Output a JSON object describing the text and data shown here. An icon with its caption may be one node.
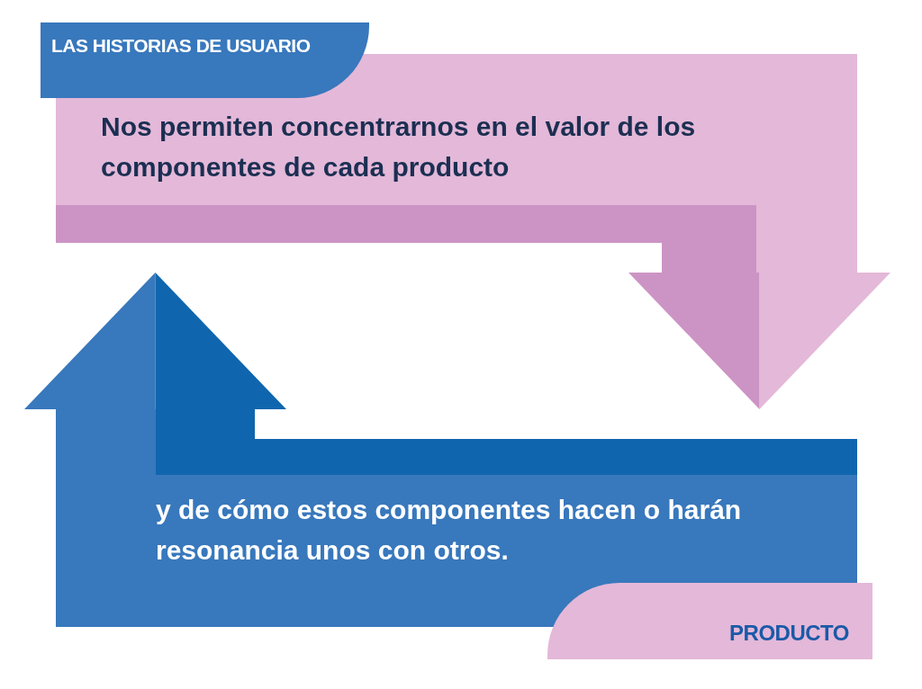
{
  "diagram": {
    "nodes": [
      {
        "text": [
          "LAS HISTORIAS DE USUARIO"
        ]
      },
      {
        "text": [
          "Nos permiten concentrarnos en el valor de los componentes de cada producto"
        ]
      },
      {
        "text": [
          "y de cómo estos componentes hacen o harán resonancia unos con otros."
        ]
      },
      {
        "text": [
          "PRODUCTO"
        ]
      }
    ],
    "edges": [
      {
        "from": 1,
        "to": 2,
        "arrow": "to",
        "style": "thick",
        "color": "#e4b8d8"
      },
      {
        "from": 2,
        "to": 1,
        "arrow": "to",
        "style": "thick",
        "color": "#3878bc"
      }
    ]
  }
}
